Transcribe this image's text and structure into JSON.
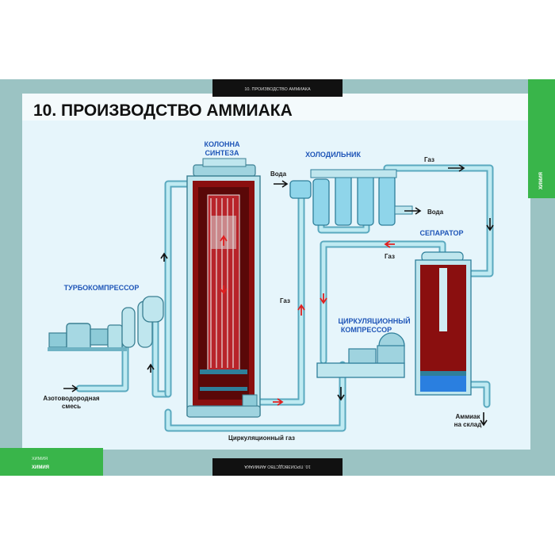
{
  "header": {
    "top_tab": "10. ПРОИЗВОДСТВО АММИАКА",
    "bottom_tab": "10. ПРОИЗВОДСТВО АММИАКА",
    "title": "10. ПРОИЗВОДСТВО  АММИАКА"
  },
  "side": {
    "right_tab_text": "ХИМИЯ",
    "left_tab_top": "ХИМИЯ",
    "left_tab_bottom": "ХИМИЯ"
  },
  "labels": {
    "column": [
      "КОЛОННА",
      "СИНТЕЗА"
    ],
    "cooler": "ХОЛОДИЛЬНИК",
    "separator": "СЕПАРАТОР",
    "turbo": "ТУРБОКОМПРЕССОР",
    "circ_compressor": [
      "ЦИРКУЛЯЦИОННЫЙ",
      "КОМПРЕССОР"
    ],
    "water_in": "Вода",
    "water_out": "Вода",
    "gas_top": "Газ",
    "gas_sep": "Газ",
    "gas_mid": "Газ",
    "mix": [
      "Азотоводородная",
      "смесь"
    ],
    "circ_gas": "Циркуляционный газ",
    "ammonia": [
      "Аммиак",
      "на склад"
    ]
  },
  "colors": {
    "frame": "#9bc3c3",
    "panel": "#e6f5fb",
    "pipe": "#5aa9bf",
    "vessel_red": "#8a0f0f",
    "accent_green": "#39b54a",
    "label_blue": "#1f56b8"
  }
}
